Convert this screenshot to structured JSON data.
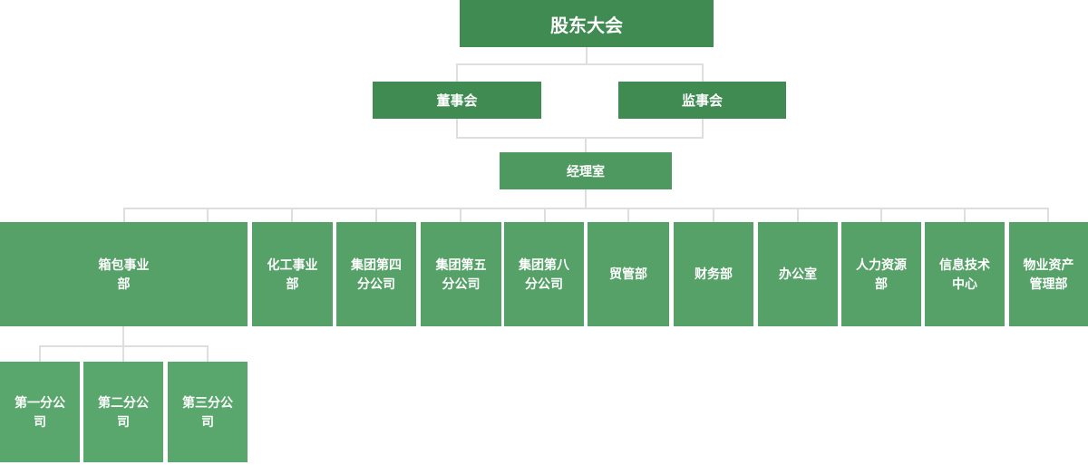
{
  "diagram": {
    "type": "org-chart",
    "title": "company organization chart",
    "colors": {
      "level1_box": "#3f8b51",
      "level2_box": "#3f8b51",
      "level3_box": "#4e9960",
      "level4_box": "#55a167",
      "level5_box": "#5aa76d",
      "connector": "#dedede",
      "label_text": "#ffffff",
      "background": "#ffffff"
    }
  },
  "nodes": {
    "root": {
      "label": "股东大会"
    },
    "board": {
      "label": "董事会"
    },
    "supervisory": {
      "label": "监事会"
    },
    "manager_office": {
      "label": "经理室"
    },
    "departments": [
      {
        "label": "箱包事业部"
      },
      {
        "label": "化工事业部"
      },
      {
        "label": "集团第四分公司"
      },
      {
        "label": "集团第五分公司"
      },
      {
        "label": "集团第八分公司"
      },
      {
        "label": "贸管部"
      },
      {
        "label": "财务部"
      },
      {
        "label": "办公室"
      },
      {
        "label": "人力资源部"
      },
      {
        "label": "信息技术中心"
      },
      {
        "label": "物业资产管理部"
      }
    ],
    "luggage_branches": [
      {
        "label": "第一分公司"
      },
      {
        "label": "第二分公司"
      },
      {
        "label": "第三分公司"
      }
    ],
    "hierarchy": {
      "股东大会": [
        "董事会",
        "监事会"
      ],
      "董事会_监事会": [
        "经理室"
      ],
      "经理室": [
        "箱包事业部",
        "化工事业部",
        "集团第四分公司",
        "集团第五分公司",
        "集团第八分公司",
        "贸管部",
        "财务部",
        "办公室",
        "人力资源部",
        "信息技术中心",
        "物业资产管理部"
      ],
      "箱包事业部": [
        "第一分公司",
        "第二分公司",
        "第三分公司"
      ]
    }
  }
}
